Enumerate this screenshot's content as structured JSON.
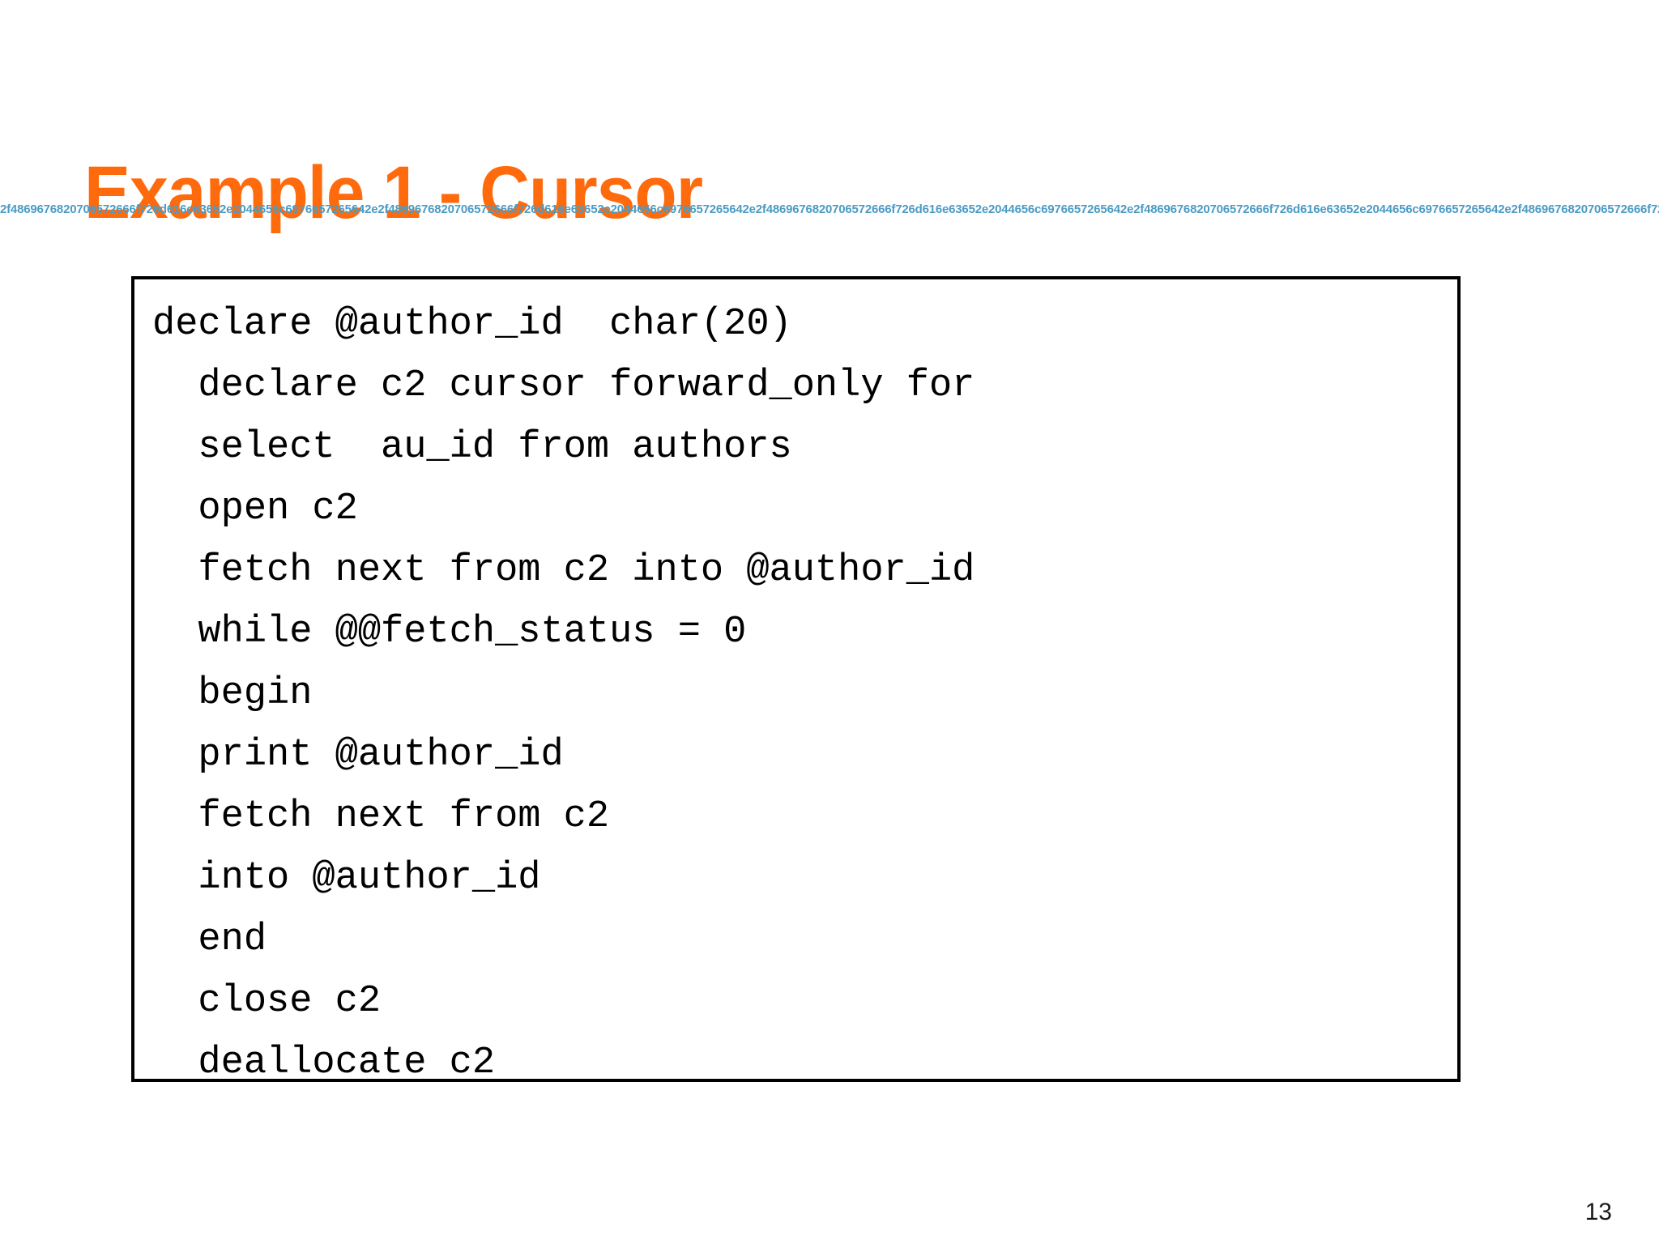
{
  "slide": {
    "title": "Example 1 - Cursor",
    "page_number": "13",
    "title_color": "#FF6A0C",
    "hex_strip_color": "#4B9BC4",
    "code_border_color": "#000000",
    "background_color": "#FFFFFF"
  },
  "hex_strip": {
    "unit": "2f486967682070657266 6f726d616e63652e2044656c6976657265642e",
    "text": "2f4869676820706572666f726d616e63652e2044656c6976657265642e",
    "repeat_count": 9,
    "decoded": "/High performance. Delivered."
  },
  "code": {
    "language": "sql",
    "lines": [
      "declare @author_id  char(20)",
      "  declare c2 cursor forward_only for",
      "  select  au_id from authors",
      "  open c2",
      "  fetch next from c2 into @author_id",
      "  while @@fetch_status = 0",
      "  begin",
      "  print @author_id",
      "  fetch next from c2",
      "  into @author_id",
      "  end",
      "  close c2",
      "  deallocate c2"
    ]
  }
}
